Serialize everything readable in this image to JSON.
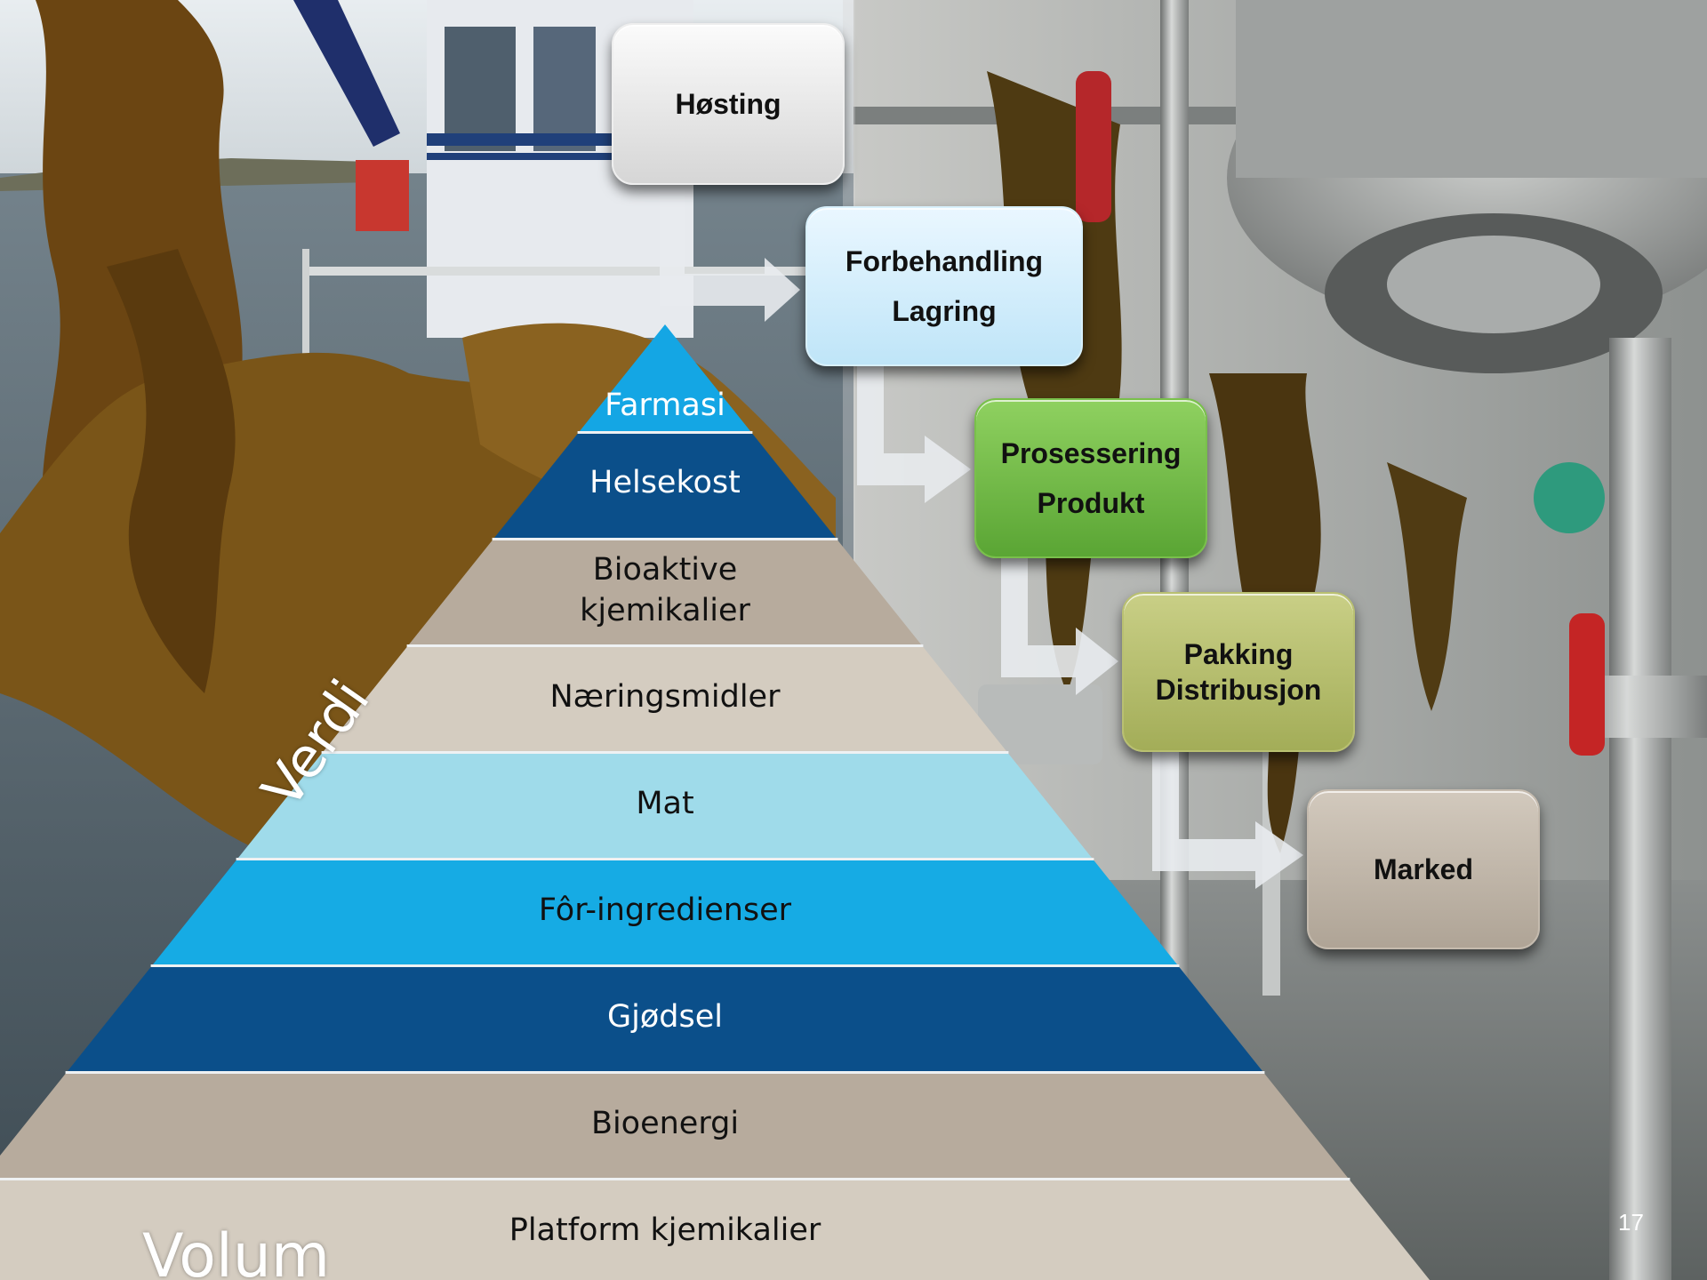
{
  "process_steps": [
    {
      "lines": [
        "Høsting"
      ]
    },
    {
      "lines": [
        "Forbehandling",
        "Lagring"
      ]
    },
    {
      "lines": [
        "Prosessering",
        "Produkt"
      ]
    },
    {
      "lines": [
        "Pakking",
        "Distribusjon"
      ]
    },
    {
      "lines": [
        "Marked"
      ]
    }
  ],
  "pyramid": {
    "tiers": [
      {
        "label": "Farmasi",
        "color": "#14a6e4"
      },
      {
        "label": "Helsekost",
        "color": "#0b4f8a"
      },
      {
        "label": "Bioaktive kjemikalier",
        "lines": [
          "Bioaktive",
          "kjemikalier"
        ],
        "color": "#b7ab9d"
      },
      {
        "label": "Næringsmidler",
        "color": "#d4ccc0"
      },
      {
        "label": "Mat",
        "color": "#9fdbea"
      },
      {
        "label": "Fôr-ingredienser",
        "color": "#16abe4"
      },
      {
        "label": "Gjødsel",
        "color": "#0b4f8a"
      },
      {
        "label": "Bioenergi",
        "color": "#b7ab9d"
      },
      {
        "label": "Platform kjemikalier",
        "color": "#d4ccc0"
      }
    ],
    "axis_value": "Verdi",
    "axis_volume": "Volum"
  },
  "page_number": "17",
  "colors": {
    "sea": "#5f7480",
    "seaweed": "#6f4a14",
    "equipment": "#9a9c9b",
    "arrow": "#e9ecef"
  }
}
